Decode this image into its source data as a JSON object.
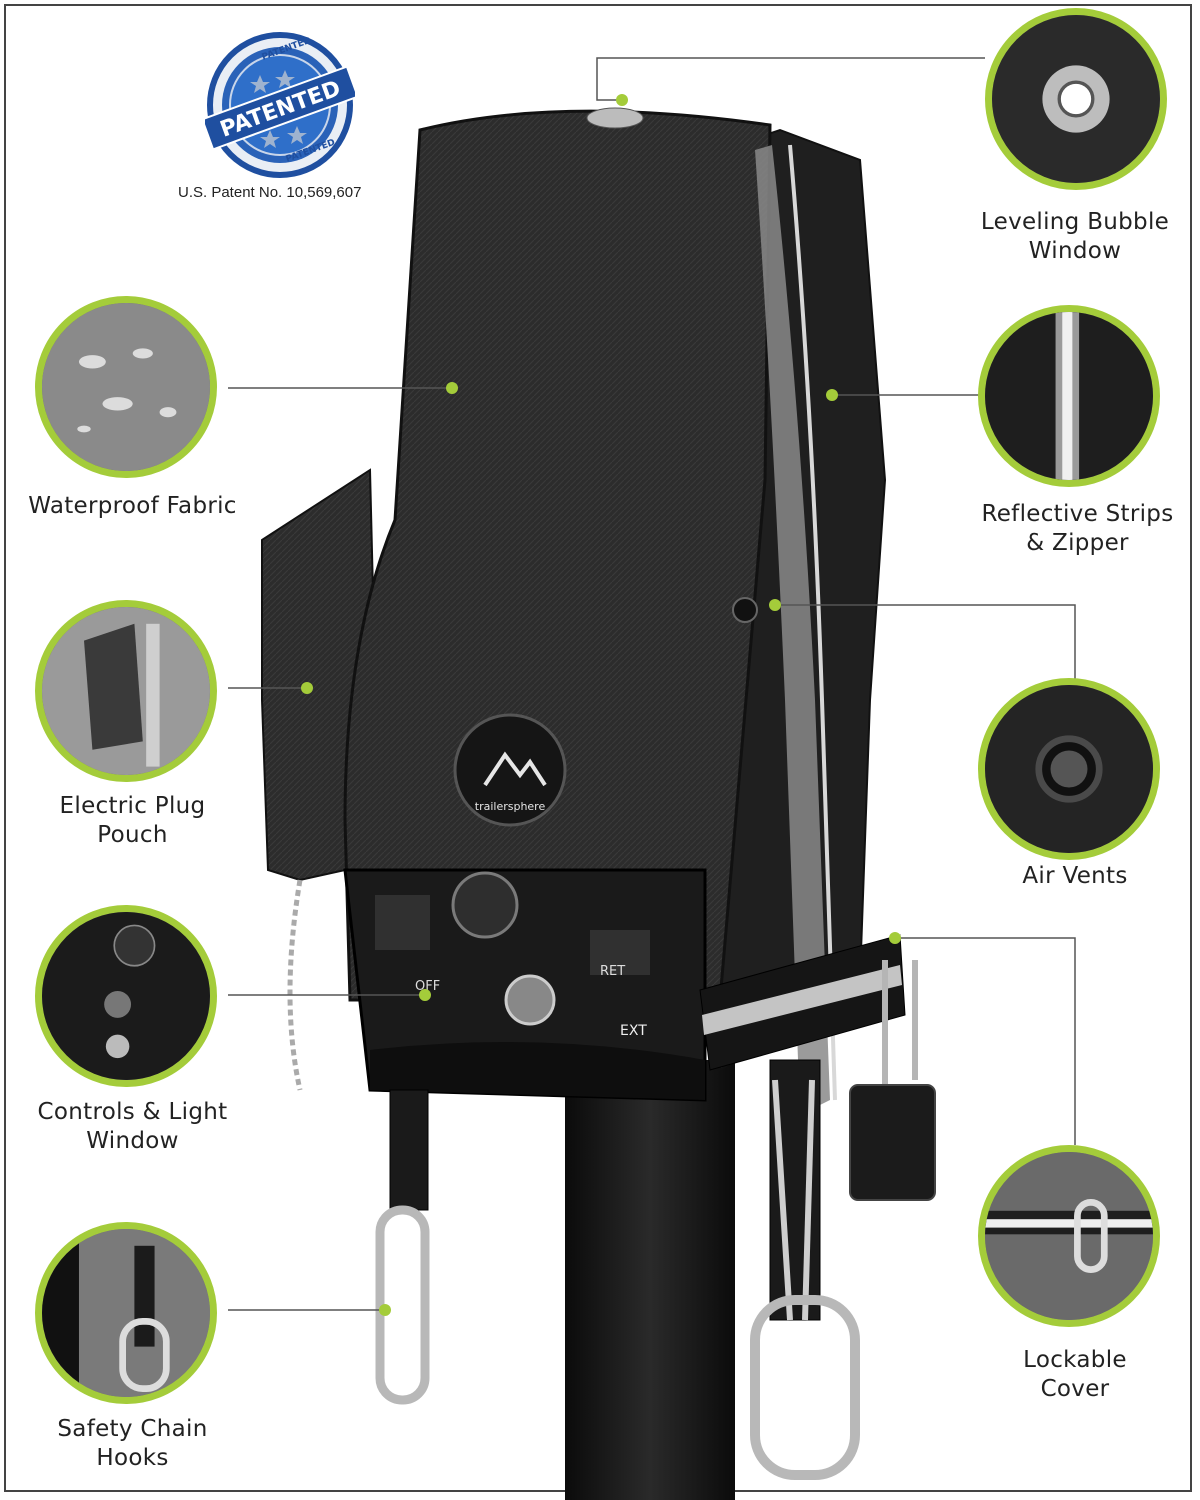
{
  "badge": {
    "top_text": "PATENTED",
    "main_text": "PATENTED",
    "bottom_text": "PATENTED",
    "patent_number": "U.S. Patent No. 10,569,607"
  },
  "product": {
    "brand": "trailersphere",
    "control_off": "OFF",
    "control_ret": "RET",
    "control_ext": "EXT"
  },
  "features": {
    "leveling": {
      "line1": "Leveling Bubble",
      "line2": "Window"
    },
    "waterproof": {
      "line1": "Waterproof Fabric"
    },
    "reflective": {
      "line1": "Reflective Strips",
      "line2": "& Zipper"
    },
    "plug": {
      "line1": "Electric Plug",
      "line2": "Pouch"
    },
    "vents": {
      "line1": "Air Vents"
    },
    "controls": {
      "line1": "Controls & Light",
      "line2": "Window"
    },
    "safety": {
      "line1": "Safety Chain",
      "line2": "Hooks"
    },
    "lockable": {
      "line1": "Lockable",
      "line2": "Cover"
    }
  },
  "colors": {
    "accent": "#a4cc3a",
    "badge_blue": "#1f4fa0",
    "cover": "#2a2a2a"
  }
}
